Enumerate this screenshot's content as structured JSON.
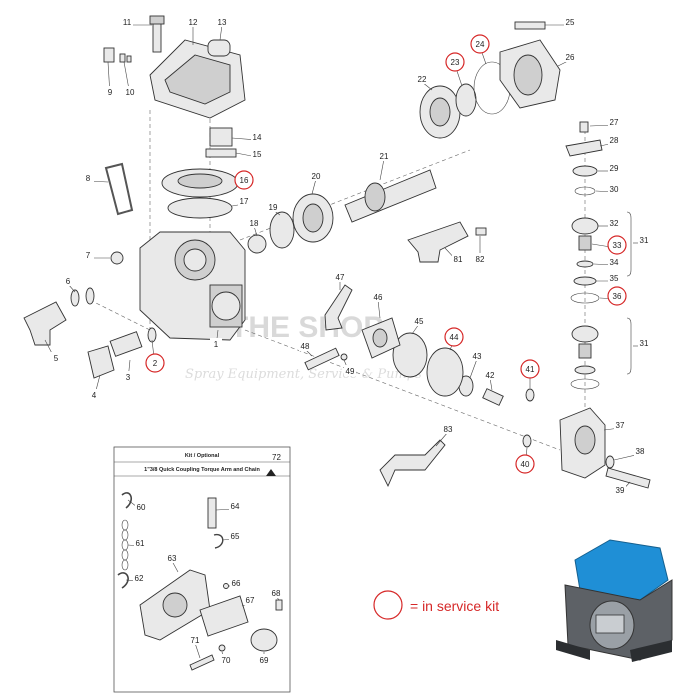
{
  "watermark": {
    "line1": "THE SHOP",
    "line2": "Spray Equipment, Service & Pumps"
  },
  "kit_box": {
    "heading": "Kit / Optional",
    "title": "1\"3/8 Quick Coupling Torque Arm and Chain",
    "ref": "72"
  },
  "legend": {
    "text": "= in service kit"
  },
  "callouts": [
    {
      "n": "1",
      "svc": false
    },
    {
      "n": "2",
      "svc": true
    },
    {
      "n": "3",
      "svc": false
    },
    {
      "n": "4",
      "svc": false
    },
    {
      "n": "5",
      "svc": false
    },
    {
      "n": "6",
      "svc": false
    },
    {
      "n": "7",
      "svc": false
    },
    {
      "n": "8",
      "svc": false
    },
    {
      "n": "9",
      "svc": false
    },
    {
      "n": "10",
      "svc": false
    },
    {
      "n": "11",
      "svc": false
    },
    {
      "n": "12",
      "svc": false
    },
    {
      "n": "13",
      "svc": false
    },
    {
      "n": "14",
      "svc": false
    },
    {
      "n": "15",
      "svc": false
    },
    {
      "n": "16",
      "svc": true
    },
    {
      "n": "17",
      "svc": false
    },
    {
      "n": "18",
      "svc": false
    },
    {
      "n": "19",
      "svc": false
    },
    {
      "n": "20",
      "svc": false
    },
    {
      "n": "21",
      "svc": false
    },
    {
      "n": "22",
      "svc": false
    },
    {
      "n": "23",
      "svc": true
    },
    {
      "n": "24",
      "svc": true
    },
    {
      "n": "25",
      "svc": false
    },
    {
      "n": "26",
      "svc": false
    },
    {
      "n": "27",
      "svc": false
    },
    {
      "n": "28",
      "svc": false
    },
    {
      "n": "29",
      "svc": false
    },
    {
      "n": "30",
      "svc": false
    },
    {
      "n": "31",
      "svc": false
    },
    {
      "n": "32",
      "svc": false
    },
    {
      "n": "33",
      "svc": true
    },
    {
      "n": "34",
      "svc": false
    },
    {
      "n": "35",
      "svc": false
    },
    {
      "n": "36",
      "svc": true
    },
    {
      "n": "31",
      "svc": false
    },
    {
      "n": "37",
      "svc": false
    },
    {
      "n": "38",
      "svc": false
    },
    {
      "n": "39",
      "svc": false
    },
    {
      "n": "40",
      "svc": true
    },
    {
      "n": "41",
      "svc": true
    },
    {
      "n": "42",
      "svc": false
    },
    {
      "n": "43",
      "svc": false
    },
    {
      "n": "44",
      "svc": true
    },
    {
      "n": "45",
      "svc": false
    },
    {
      "n": "46",
      "svc": false
    },
    {
      "n": "47",
      "svc": false
    },
    {
      "n": "48",
      "svc": false
    },
    {
      "n": "49",
      "svc": false
    },
    {
      "n": "81",
      "svc": false
    },
    {
      "n": "82",
      "svc": false
    },
    {
      "n": "83",
      "svc": false
    },
    {
      "n": "60",
      "svc": false
    },
    {
      "n": "61",
      "svc": false
    },
    {
      "n": "62",
      "svc": false
    },
    {
      "n": "63",
      "svc": false
    },
    {
      "n": "64",
      "svc": false
    },
    {
      "n": "65",
      "svc": false
    },
    {
      "n": "66",
      "svc": false
    },
    {
      "n": "67",
      "svc": false
    },
    {
      "n": "68",
      "svc": false
    },
    {
      "n": "69",
      "svc": false
    },
    {
      "n": "70",
      "svc": false
    },
    {
      "n": "71",
      "svc": false
    }
  ],
  "colors": {
    "service_ring": "#d62828",
    "pump_blue": "#1f8fd6",
    "pump_grey": "#5d6166"
  }
}
